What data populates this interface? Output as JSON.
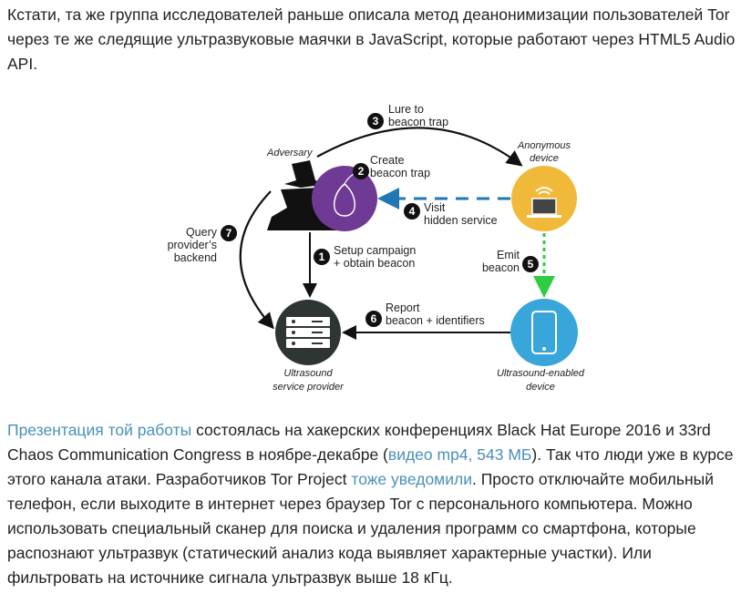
{
  "intro": {
    "text": "Кстати, та же группа исследователей раньше описала метод деанонимизации пользователей Tor через те же следящие ультразвуковые маячки в JavaScript, которые работают через HTML5 Audio API."
  },
  "diagram": {
    "nodes": {
      "adversary": "Adversary",
      "anon_line1": "Anonymous",
      "anon_line2": "device",
      "ultra_dev_line1": "Ultrasound-enabled",
      "ultra_dev_line2": "device",
      "provider_line1": "Ultrasound",
      "provider_line2": "service provider"
    },
    "steps": [
      {
        "num": "1",
        "line1": "Setup campaign",
        "line2": "+ obtain beacon"
      },
      {
        "num": "2",
        "line1": "Create",
        "line2": "beacon trap"
      },
      {
        "num": "3",
        "line1": "Lure to",
        "line2": "beacon trap"
      },
      {
        "num": "4",
        "line1": "Visit",
        "line2": "hidden service"
      },
      {
        "num": "5",
        "line1": "Emit",
        "line2": "beacon"
      },
      {
        "num": "6",
        "line1": "Report",
        "line2": "beacon + identifiers"
      },
      {
        "num": "7",
        "line1": "Query",
        "line2": "provider’s",
        "line3": "backend"
      }
    ],
    "colors": {
      "tor": "#6f3a93",
      "anon": "#f0b93a",
      "phone": "#38a6db",
      "server": "#2f3532",
      "dash_blue": "#1f78b4",
      "dash_green": "#2ecc40"
    }
  },
  "body": {
    "link1": "Презентация той работы",
    "t1": " состоялась на хакерских конференциях Black Hat Europe 2016 и 33rd Chaos Communication Congress в ноябре-декабре (",
    "link2": "видео mp4, 543 МБ",
    "t2": "). Так что люди уже в курсе этого канала атаки. Разработчиков Tor Project ",
    "link3": "тоже уведомили",
    "t3": ". Просто отключайте мобильный телефон, если выходите в интернет через браузер Tor с персонального компьютера. Можно использовать специальный сканер для поиска и удаления программ со смартфона, которые распознают ультразвук (статический анализ кода выявляет характерные участки). Или фильтровать на источнике сигнала ультразвук выше 18 кГц."
  }
}
